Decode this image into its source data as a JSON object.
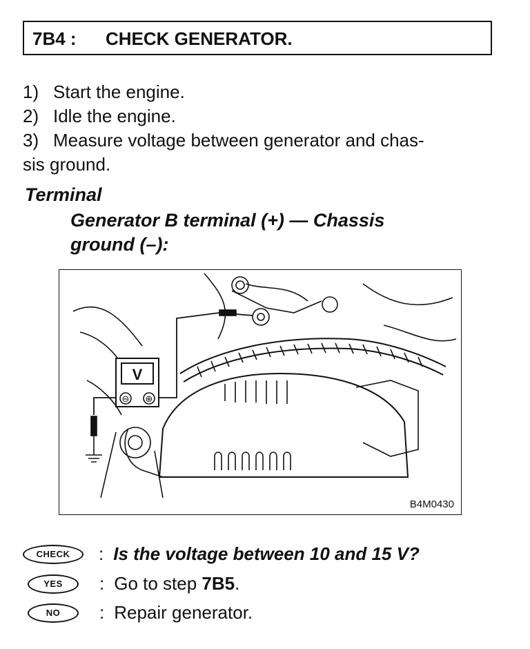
{
  "header": {
    "code": "7B4 :",
    "title": "CHECK GENERATOR."
  },
  "steps": [
    {
      "num": "1)",
      "text": "Start the engine."
    },
    {
      "num": "2)",
      "text": "Idle the engine."
    },
    {
      "num": "3)",
      "text": "Measure voltage between generator and chas-",
      "continuation": "sis ground."
    }
  ],
  "terminal": {
    "label": "Terminal",
    "spec_line1": "Generator B terminal (+) — Chassis",
    "spec_line2": "ground (–):"
  },
  "figure": {
    "code": "B4M0430",
    "meter_label": "V",
    "minus_symbol": "⊖",
    "plus_symbol": "⊕"
  },
  "check": {
    "badge": "CHECK",
    "colon": ":",
    "question": "Is the voltage between 10 and 15 V?"
  },
  "yes": {
    "badge": "YES",
    "colon": ":",
    "text_prefix": "Go to step ",
    "step_ref": "7B5",
    "text_suffix": "."
  },
  "no": {
    "badge": "NO",
    "colon": ":",
    "text": "Repair generator."
  }
}
